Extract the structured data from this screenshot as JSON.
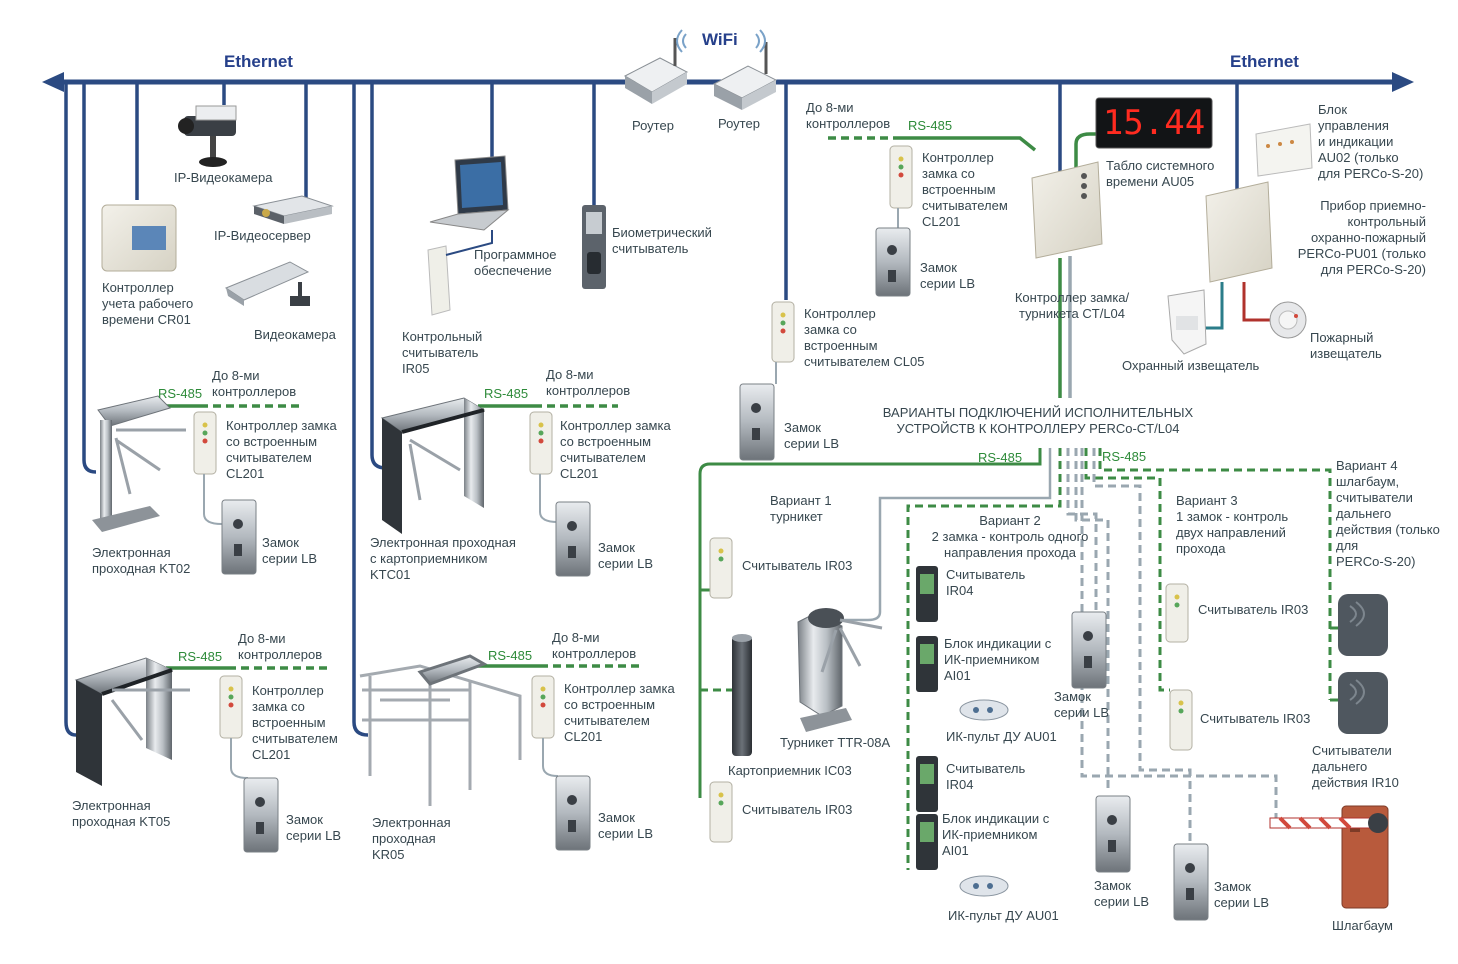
{
  "colors": {
    "ethernet": "#2b4a82",
    "rs485": "#3d8b45",
    "ir_cable": "#9aa7b0",
    "fire_line": "#b0322c",
    "text": "#37474f",
    "header_text": "#26408b",
    "display_red": "#ff2b20"
  },
  "network": {
    "ethernet_left": "Ethernet",
    "ethernet_right": "Ethernet",
    "wifi": "WiFi",
    "router1": "Роутер",
    "router2": "Роутер"
  },
  "devices": {
    "ip_camera": "IP-Видеокамера",
    "ip_videoserver": "IP-Видеосервер",
    "videocamera": "Видеокамера",
    "cr01": "Контроллер\nучета рабочего\nвремени CR01",
    "software": "Программное\nобеспечение",
    "biometric": "Биометрический\nсчитыватель",
    "ir05": "Контрольный\nсчитыватель\nIR05",
    "top_limit": "До 8-ми\nконтроллеров",
    "top_rs485": "RS-485",
    "cl201_top": "Контроллер\nзамка со\nвстроенным\nсчитывателем\nCL201",
    "lock_top": "Замок\nсерии LB",
    "cl05": "Контроллер\nзамка со\nвстроенным\nсчитывателем CL05",
    "lock_cl05": "Замок\nсерии LB",
    "display_value": "15.44",
    "au05": "Табло системного\nвремени AU05",
    "ct_l04": "Контроллер замка/\nтурникета CT/L04",
    "au02": "Блок\nуправления\nи индикации\nAU02 (только\nдля PERCo-S-20)",
    "pu01": "Прибор приемно-\nконтрольный\nохранно-пожарный\nPERCo-PU01 (только\nдля PERCo-S-20)",
    "security_detector": "Охранный извещатель",
    "fire_detector": "Пожарный\nизвещатель"
  },
  "groups": [
    {
      "limit": "До 8-ми\nконтроллеров",
      "rs485": "RS-485",
      "controller": "Контроллер замка\nсо встроенным\nсчитывателем\nCL201",
      "lock": "Замок\nсерии LB",
      "turnstile": "Электронная\nпроходная KT02"
    },
    {
      "limit": "До 8-ми\nконтроллеров",
      "rs485": "RS-485",
      "controller": "Контроллер замка\nсо встроенным\nсчитывателем\nCL201",
      "lock": "Замок\nсерии LB",
      "turnstile": "Электронная проходная\nс картоприемником\nKTC01"
    },
    {
      "limit": "До 8-ми\nконтроллеров",
      "rs485": "RS-485",
      "controller": "Контроллер\nзамка со\nвстроенным\nсчитывателем\nCL201",
      "lock": "Замок\nсерии LB",
      "turnstile": "Электронная\nпроходная KT05"
    },
    {
      "limit": "До 8-ми\nконтроллеров",
      "rs485": "RS-485",
      "controller": "Контроллер замка\nсо встроенным\nсчитывателем\nCL201",
      "lock": "Замок\nсерии LB",
      "turnstile": "Электронная\nпроходная\nKR05"
    }
  ],
  "variants": {
    "title": "ВАРИАНТЫ ПОДКЛЮЧЕНИЙ ИСПОЛНИТЕЛЬНЫХ\nУСТРОЙСТВ К КОНТРОЛЛЕРУ PERCo-CT/L04",
    "rs485_left": "RS-485",
    "rs485_right": "RS-485",
    "v1": "Вариант 1\nтурникет",
    "v1_reader_top": "Считыватель IR03",
    "v1_reader_bottom": "Считыватель IR03",
    "v1_card": "Картоприемник IC03",
    "v1_turnstile": "Турникет TTR-08A",
    "v2": "Вариант 2\n2 замка - контроль одного\nнаправления прохода",
    "v2_reader1": "Считыватель\nIR04",
    "v2_ai01_1": "Блок индикации с\nИК-приемником\nAI01",
    "v2_remote1": "ИК-пульт ДУ AU01",
    "v2_reader2": "Считыватель\nIR04",
    "v2_ai01_2": "Блок индикации с\nИК-приемником\nAI01",
    "v2_remote2": "ИК-пульт ДУ AU01",
    "v2_lock1": "Замок\nсерии LB",
    "v2_lock2": "Замок\nсерии LB",
    "v3": "Вариант 3\n1 замок - контроль\nдвух направлений\nпрохода",
    "v3_reader1": "Считыватель IR03",
    "v3_reader2": "Считыватель IR03",
    "v3_lock": "Замок\nсерии LB",
    "v4": "Вариант 4\nшлагбаум,\nсчитыватели\nдальнего\nдействия (только для\nPERCo-S-20)",
    "v4_readers": "Считыватели\nдальнего\nдействия IR10",
    "v4_barrier": "Шлагбаум"
  }
}
